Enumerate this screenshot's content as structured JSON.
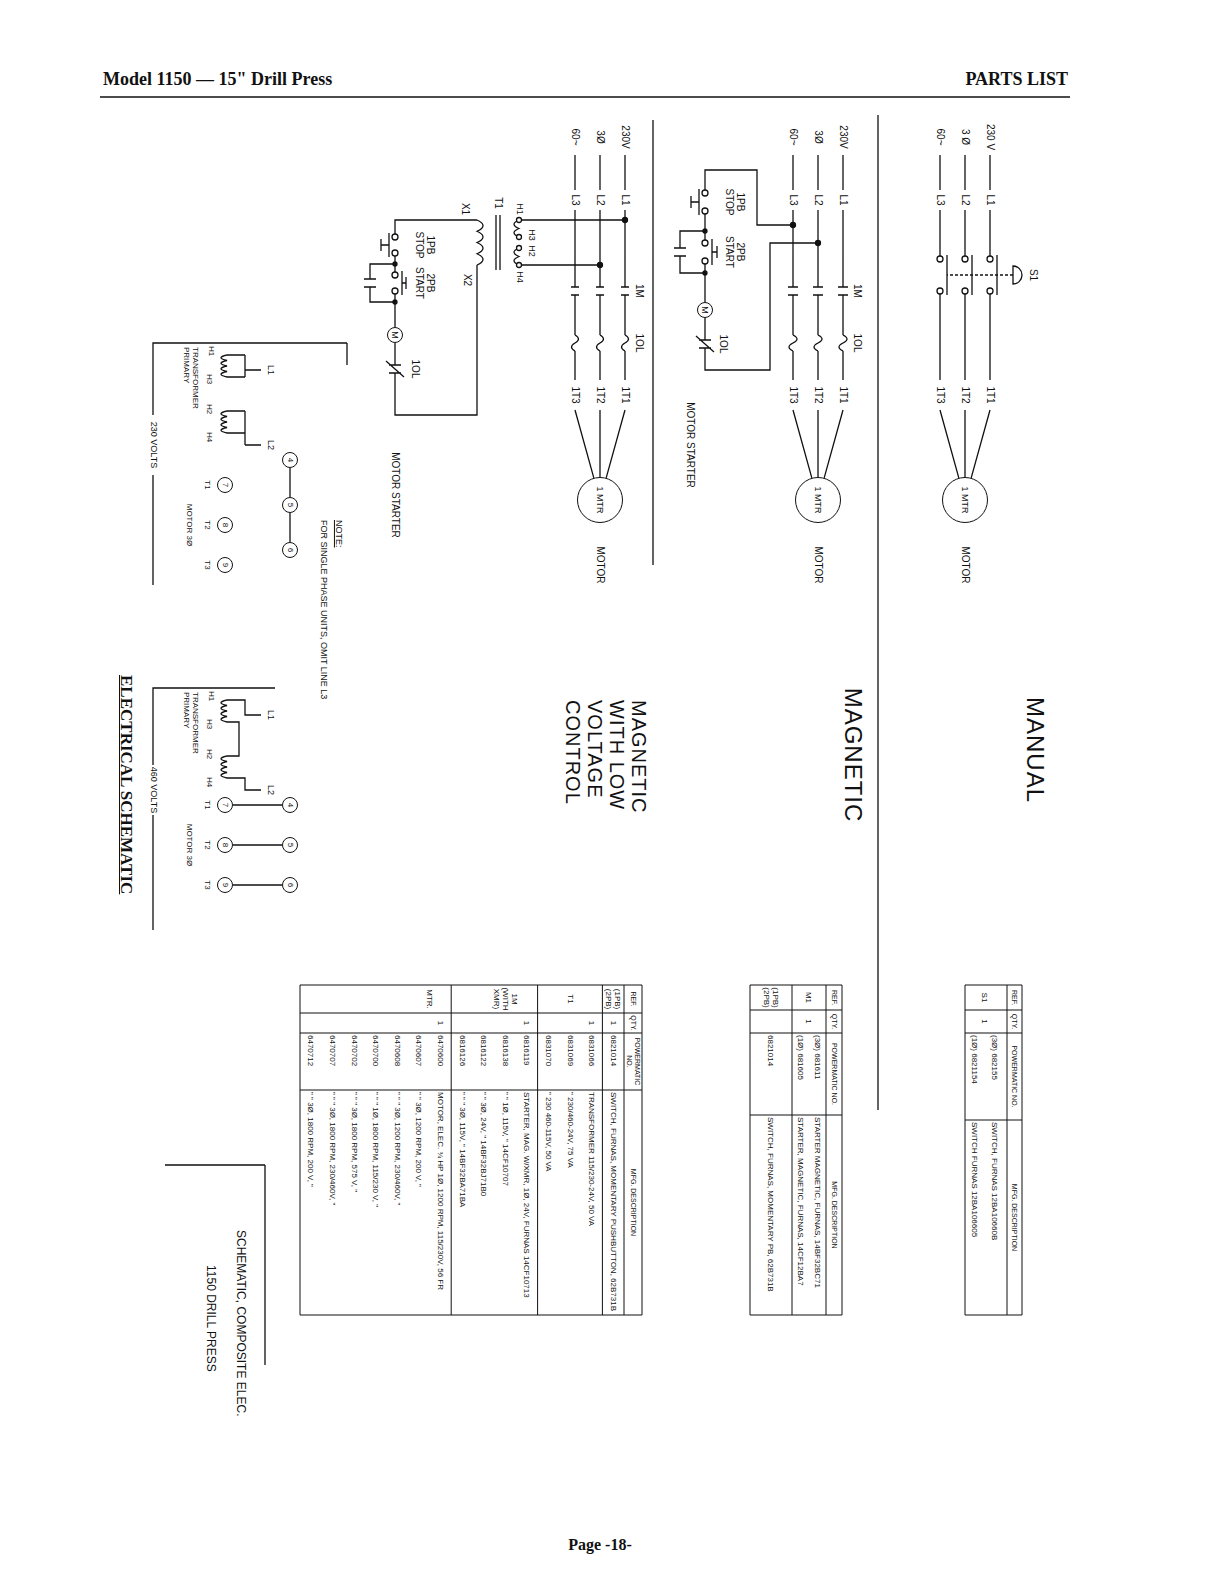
{
  "diagram": {
    "title": "ELECTRICAL SCHEMATIC",
    "nodes": [
      {
        "text": [
          "1 MTR"
        ]
      },
      {
        "text": [
          "1 MTR"
        ]
      },
      {
        "text": [
          "M"
        ]
      },
      {
        "text": [
          "1 MTR"
        ]
      },
      {
        "text": [
          "M"
        ]
      },
      {
        "text": [
          "4"
        ]
      },
      {
        "text": [
          "5"
        ]
      },
      {
        "text": [
          "6"
        ]
      },
      {
        "text": [
          "7"
        ]
      },
      {
        "text": [
          "8"
        ]
      },
      {
        "text": [
          "9"
        ]
      },
      {
        "text": [
          "4"
        ]
      },
      {
        "text": [
          "5"
        ]
      },
      {
        "text": [
          "6"
        ]
      },
      {
        "text": [
          "7"
        ]
      },
      {
        "text": [
          "8"
        ]
      },
      {
        "text": [
          "9"
        ]
      }
    ],
    "edges": [
      {
        "from": 5,
        "to": 6,
        "arrow": "none"
      },
      {
        "from": 6,
        "to": 7,
        "arrow": "none"
      },
      {
        "from": 11,
        "to": 14,
        "arrow": "none"
      },
      {
        "from": 12,
        "to": 15,
        "arrow": "none"
      },
      {
        "from": 13,
        "to": 16,
        "arrow": "none"
      }
    ],
    "labels": [
      "Model 1150 — 15\" Drill Press",
      "PARTS LIST",
      "Page -18-",
      "230 V",
      "3 Ø",
      "60~",
      "L1",
      "L2",
      "L3",
      "S1",
      "1T1",
      "1T2",
      "1T3",
      "MOTOR",
      "MANUAL",
      "230V",
      "3Ø",
      "60~",
      "L1",
      "L2",
      "L3",
      "1M",
      "1OL",
      "1T1",
      "1T2",
      "1T3",
      "MOTOR",
      "1PB STOP",
      "2PB START",
      "1OL",
      "MOTOR STARTER",
      "MAGNETIC",
      "230V",
      "3Ø",
      "60~",
      "L1",
      "L2",
      "L3",
      "1M",
      "1OL",
      "1T1",
      "1T2",
      "1T3",
      "MOTOR",
      "H1",
      "H3",
      "H2",
      "H4",
      "T1",
      "X1",
      "X2",
      "1PB STOP",
      "2PB START",
      "1OL",
      "MOTOR STARTER",
      "MAGNETIC WITH LOW VOLTAGE CONTROL",
      "L1",
      "H1",
      "H3",
      "H2",
      "H4",
      "L2",
      "TRANSFORMER PRIMARY",
      "230 VOLTS",
      "T1",
      "T2",
      "T3",
      "MOTOR 3Ø",
      "NOTE:",
      "FOR SINGLE PHASE UNITS, OMIT LINE L3",
      "L1",
      "H1",
      "H3",
      "H2",
      "H4",
      "L2",
      "TRANSFORMER PRIMARY",
      "460 VOLTS",
      "T1",
      "T2",
      "T3",
      "MOTOR 3Ø",
      "SCHEMATIC, COMPOSITE ELEC.",
      "1150 DRILL PRESS",
      "REF.",
      "QTY.",
      "POWERMATIC NO.",
      "MFG. DESCRIPTION",
      "S1",
      "1",
      "(3Ø) 682155",
      "SWITCH, FURNAS 12BA10660B",
      "(1Ø) 6821154",
      "SWITCH FURNAS 12BA106605",
      "REF.",
      "QTY.",
      "POWERMATIC NO.",
      "MFG. DESCRIPTION",
      "M1",
      "1",
      "(3Ø) 681611",
      "STARTER MAGNETIC, FURNAS, 14BF32BC71",
      "(1Ø) 681605",
      "STARTER, MAGNETIC, FURNAS, 14CF12BA7",
      "(1PB) (2PB)",
      "6821014",
      "SWITCH, FURNAS, MOMENTARY PB, 62B731B",
      "REF.",
      "QTY.",
      "POWERMATIC NO.",
      "MFG. DESCRIPTION",
      "(1PB) (2PB)",
      "1",
      "6821014",
      "SWITCH, FURNAS, MOMENTARY PUSHBUTTON, 62B731B",
      "T1",
      "1",
      "6831066",
      "TRANSFORMER 115/230-24V, 50 VA",
      "6831069",
      "\" 230/460-24V, 75 VA",
      "6831070",
      "\" 230 460-115V, 50 VA",
      "1M (WITH XMR)",
      "1",
      "6816119",
      "STARTER, MAG. W/XMR, 1Ø, 24V, FURNAS 14CF10713",
      "6816138",
      "\" \" 1Ø, 115V, \" 14CF10707",
      "6816122",
      "\" \" 3Ø, 24V, \" 14BF32BJ71B0",
      "6816126",
      "\" \" \" 3Ø, 115V, \" 14BF32BA71BA",
      "MTR.",
      "1",
      "6470600",
      "MOTOR, ELEC. ¾ HP 1Ø, 1200 RPM, 115/230V, 56 FR",
      "6470607",
      "\" \" 3Ø, 1200 RPM, 200 V, \"",
      "6470608",
      "\" \" \" 3Ø, 1200 RPM, 230/460V, \"",
      "6470700",
      "\" \" \" 1Ø, 1800 RPM, 115/230 V, \"",
      "6470702",
      "\" \" \" 3Ø, 1800 RPM, 575 V, \"",
      "6470707",
      "\" \" \" 3Ø, 1800 RPM, 230/460V, \"",
      "6470712",
      "\" \" 3Ø, 1800 RPM, 200 V, \""
    ]
  }
}
